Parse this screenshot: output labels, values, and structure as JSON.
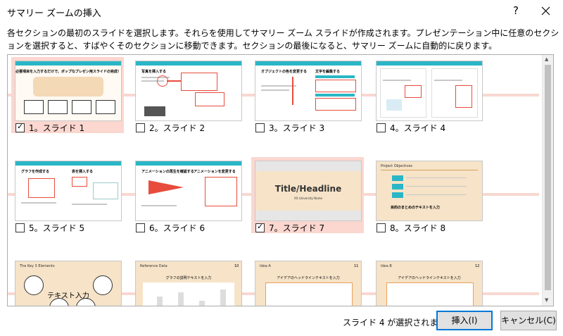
{
  "dialog": {
    "title": "サマリー ズームの挿入",
    "help": "?",
    "description": "各セクションの最初のスライドを選択します。それらを使用してサマリー ズーム スライドが作成されます。プレゼンテーション中に任意のセクションを選択すると、すばやくそのセクションに移動できます。セクションの最後になると、サマリー ズームに自動的に戻ります。",
    "status": "スライド 4 が選択されました",
    "insert_label": "挿入(I)",
    "cancel_label": "キャンセル(C)"
  },
  "slides": [
    {
      "label": "1。スライド 1",
      "checked": true
    },
    {
      "label": "2。スライド 2",
      "checked": false
    },
    {
      "label": "3。スライド 3",
      "checked": false
    },
    {
      "label": "4。スライド 4",
      "checked": false
    },
    {
      "label": "5。スライド 5",
      "checked": false
    },
    {
      "label": "6。スライド 6",
      "checked": false
    },
    {
      "label": "7。スライド 7",
      "checked": true
    },
    {
      "label": "8。スライド 8",
      "checked": false
    }
  ],
  "thumbs": {
    "s1": {
      "heading": "必要項目を入力するだけで、ポップなプレゼン用スライドの完成！"
    },
    "s2": {
      "left": "写真を挿入する"
    },
    "s3": {
      "left": "オブジェクトの色を変更する",
      "right": "文字を編集する"
    },
    "s5": {
      "left": "グラフを作成する",
      "right": "表を挿入する"
    },
    "s6": {
      "left": "アニメーションの再生を確認する",
      "right": "アニメーションを変更する"
    },
    "s7": {
      "title": "Title/Headline",
      "sub": "XX University Name"
    },
    "s8": {
      "title": "Project Objectives",
      "footer": "目的のまとめのテキストを入力"
    },
    "s9": {
      "title": "The Key 3 Elements",
      "body": "テキスト入力"
    },
    "s10": {
      "title": "Reference Data",
      "num": "10",
      "body": "グラフの説明テキストを入力"
    },
    "s11": {
      "title": "Idea A",
      "num": "11",
      "body": "アイデアのヘッドラインテキストを入力"
    },
    "s12": {
      "title": "Idea B",
      "num": "12",
      "body": "アイデアのヘッドラインテキストを入力"
    }
  }
}
